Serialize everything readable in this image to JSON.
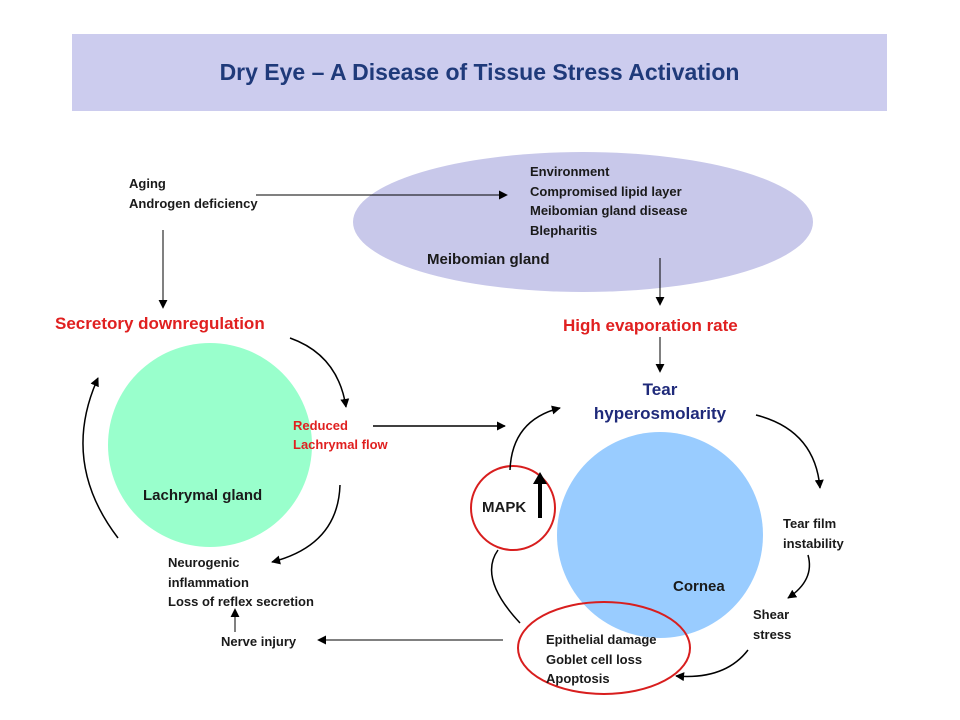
{
  "title": "Dry Eye – A Disease of Tissue  Stress Activation",
  "causes": [
    "Aging",
    "Androgen deficiency"
  ],
  "meibomian": {
    "factors": [
      "Environment",
      "Compromised lipid layer",
      "Meibomian gland disease",
      "Blepharitis"
    ],
    "label": "Meibomian gland"
  },
  "secretory_downregulation": "Secretory downregulation",
  "high_evaporation": "High evaporation rate",
  "lachrymal_gland": "Lachrymal gland",
  "reduced_flow": [
    "Reduced",
    "Lachrymal flow"
  ],
  "neurogenic": [
    "Neurogenic",
    "inflammation",
    "Loss of reflex secretion"
  ],
  "nerve_injury": "Nerve injury",
  "tear_hyperosmolarity": [
    "Tear",
    "hyperosmolarity"
  ],
  "cornea": "Cornea",
  "mapk": "MAPK",
  "tear_film": [
    "Tear film",
    "instability"
  ],
  "shear_stress": [
    "Shear",
    "stress"
  ],
  "epithelial": [
    "Epithelial damage",
    "Goblet cell loss",
    "Apoptosis"
  ],
  "colors": {
    "title_band": "#ccccee",
    "title_text": "#1f3a7a",
    "meibomian_ellipse": "#c8c8ea",
    "lachrymal_circle": "#99ffcc",
    "cornea_circle": "#99ccff",
    "emphasis_red": "#e02020",
    "tear_text": "#1f2a7a"
  }
}
